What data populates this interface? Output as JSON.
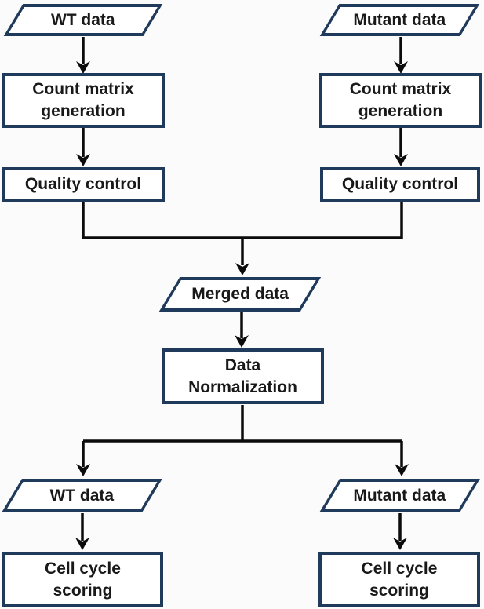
{
  "diagram": {
    "title": "scRNA-seq processing workflow flowchart",
    "colors": {
      "node_border": "#203a5c",
      "node_fill": "#ffffff",
      "arrow": "#0b0b0b",
      "text": "#191919",
      "background": "#fbfbfb"
    },
    "nodes": {
      "wt_top": {
        "label": "WT data",
        "shape": "parallelogram"
      },
      "mutant_top": {
        "label": "Mutant data",
        "shape": "parallelogram"
      },
      "count_left": {
        "label": "Count matrix\ngeneration",
        "shape": "rectangle"
      },
      "count_right": {
        "label": "Count matrix\ngeneration",
        "shape": "rectangle"
      },
      "qc_left": {
        "label": "Quality control",
        "shape": "rectangle"
      },
      "qc_right": {
        "label": "Quality control",
        "shape": "rectangle"
      },
      "merged": {
        "label": "Merged data",
        "shape": "parallelogram"
      },
      "normalization": {
        "label": "Data\nNormalization",
        "shape": "rectangle"
      },
      "wt_bottom": {
        "label": "WT data",
        "shape": "parallelogram"
      },
      "mutant_bottom": {
        "label": "Mutant data",
        "shape": "parallelogram"
      },
      "cycle_left": {
        "label": "Cell cycle\nscoring",
        "shape": "rectangle"
      },
      "cycle_right": {
        "label": "Cell cycle\nscoring",
        "shape": "rectangle"
      }
    },
    "edges": [
      {
        "from": "wt_top",
        "to": "count_left"
      },
      {
        "from": "mutant_top",
        "to": "count_right"
      },
      {
        "from": "count_left",
        "to": "qc_left"
      },
      {
        "from": "count_right",
        "to": "qc_right"
      },
      {
        "from": "qc_left",
        "to": "merged"
      },
      {
        "from": "qc_right",
        "to": "merged"
      },
      {
        "from": "merged",
        "to": "normalization"
      },
      {
        "from": "normalization",
        "to": "wt_bottom"
      },
      {
        "from": "normalization",
        "to": "mutant_bottom"
      },
      {
        "from": "wt_bottom",
        "to": "cycle_left"
      },
      {
        "from": "mutant_bottom",
        "to": "cycle_right"
      }
    ]
  }
}
